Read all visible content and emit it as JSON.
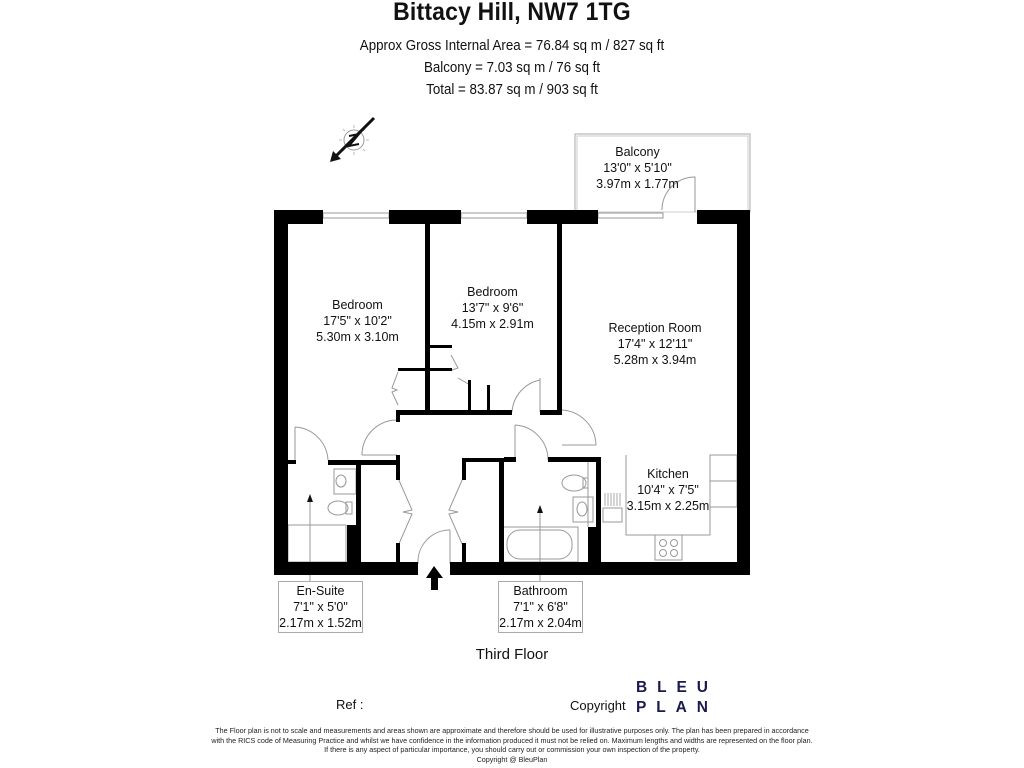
{
  "header": {
    "title": "Bittacy Hill, NW7 1TG",
    "area_lines": [
      "Approx Gross Internal Area = 76.84 sq m / 827 sq ft",
      "Balcony = 7.03 sq m / 76 sq ft",
      "Total = 83.87 sq m / 903 sq ft"
    ]
  },
  "compass": {
    "icon": "north-compass-icon",
    "letter": "N"
  },
  "rooms": {
    "balcony": {
      "name": "Balcony",
      "imperial": "13'0\" x 5'10\"",
      "metric": "3.97m x 1.77m"
    },
    "bedroom1": {
      "name": "Bedroom",
      "imperial": "17'5\" x 10'2\"",
      "metric": "5.30m x 3.10m"
    },
    "bedroom2": {
      "name": "Bedroom",
      "imperial": "13'7\" x 9'6\"",
      "metric": "4.15m x 2.91m"
    },
    "reception": {
      "name": "Reception Room",
      "imperial": "17'4\" x 12'11\"",
      "metric": "5.28m x 3.94m"
    },
    "kitchen": {
      "name": "Kitchen",
      "imperial": "10'4\" x 7'5\"",
      "metric": "3.15m x 2.25m"
    },
    "ensuite": {
      "name": "En-Suite",
      "imperial": "7'1\" x 5'0\"",
      "metric": "2.17m x 1.52m"
    },
    "bathroom": {
      "name": "Bathroom",
      "imperial": "7'1\" x 6'8\"",
      "metric": "2.17m x 2.04m"
    }
  },
  "entrance": {
    "icon": "entrance-arrow-icon"
  },
  "footer": {
    "floor_name": "Third Floor",
    "ref_label": "Ref  :",
    "copyright_label": "Copyright",
    "logo": {
      "row1": [
        "B",
        "L",
        "E",
        "U"
      ],
      "row2": [
        "P",
        "L",
        "A",
        "N"
      ],
      "color": "#1a1a4e"
    },
    "disclaimer": [
      "The Floor plan is not to scale and measurements and areas shown are approximate and therefore should be used for illustrative purposes only. The plan has been prepared in accordance",
      "with the RICS code of Measuring Practice and whilst we have confidence in the information produced it must not be relied on. Maximum lengths and widths are represented on the floor plan.",
      "If there is any aspect of particular importance, you should carry out or commission your own inspection of the property.",
      "Copyright @ BleuPlan"
    ]
  }
}
